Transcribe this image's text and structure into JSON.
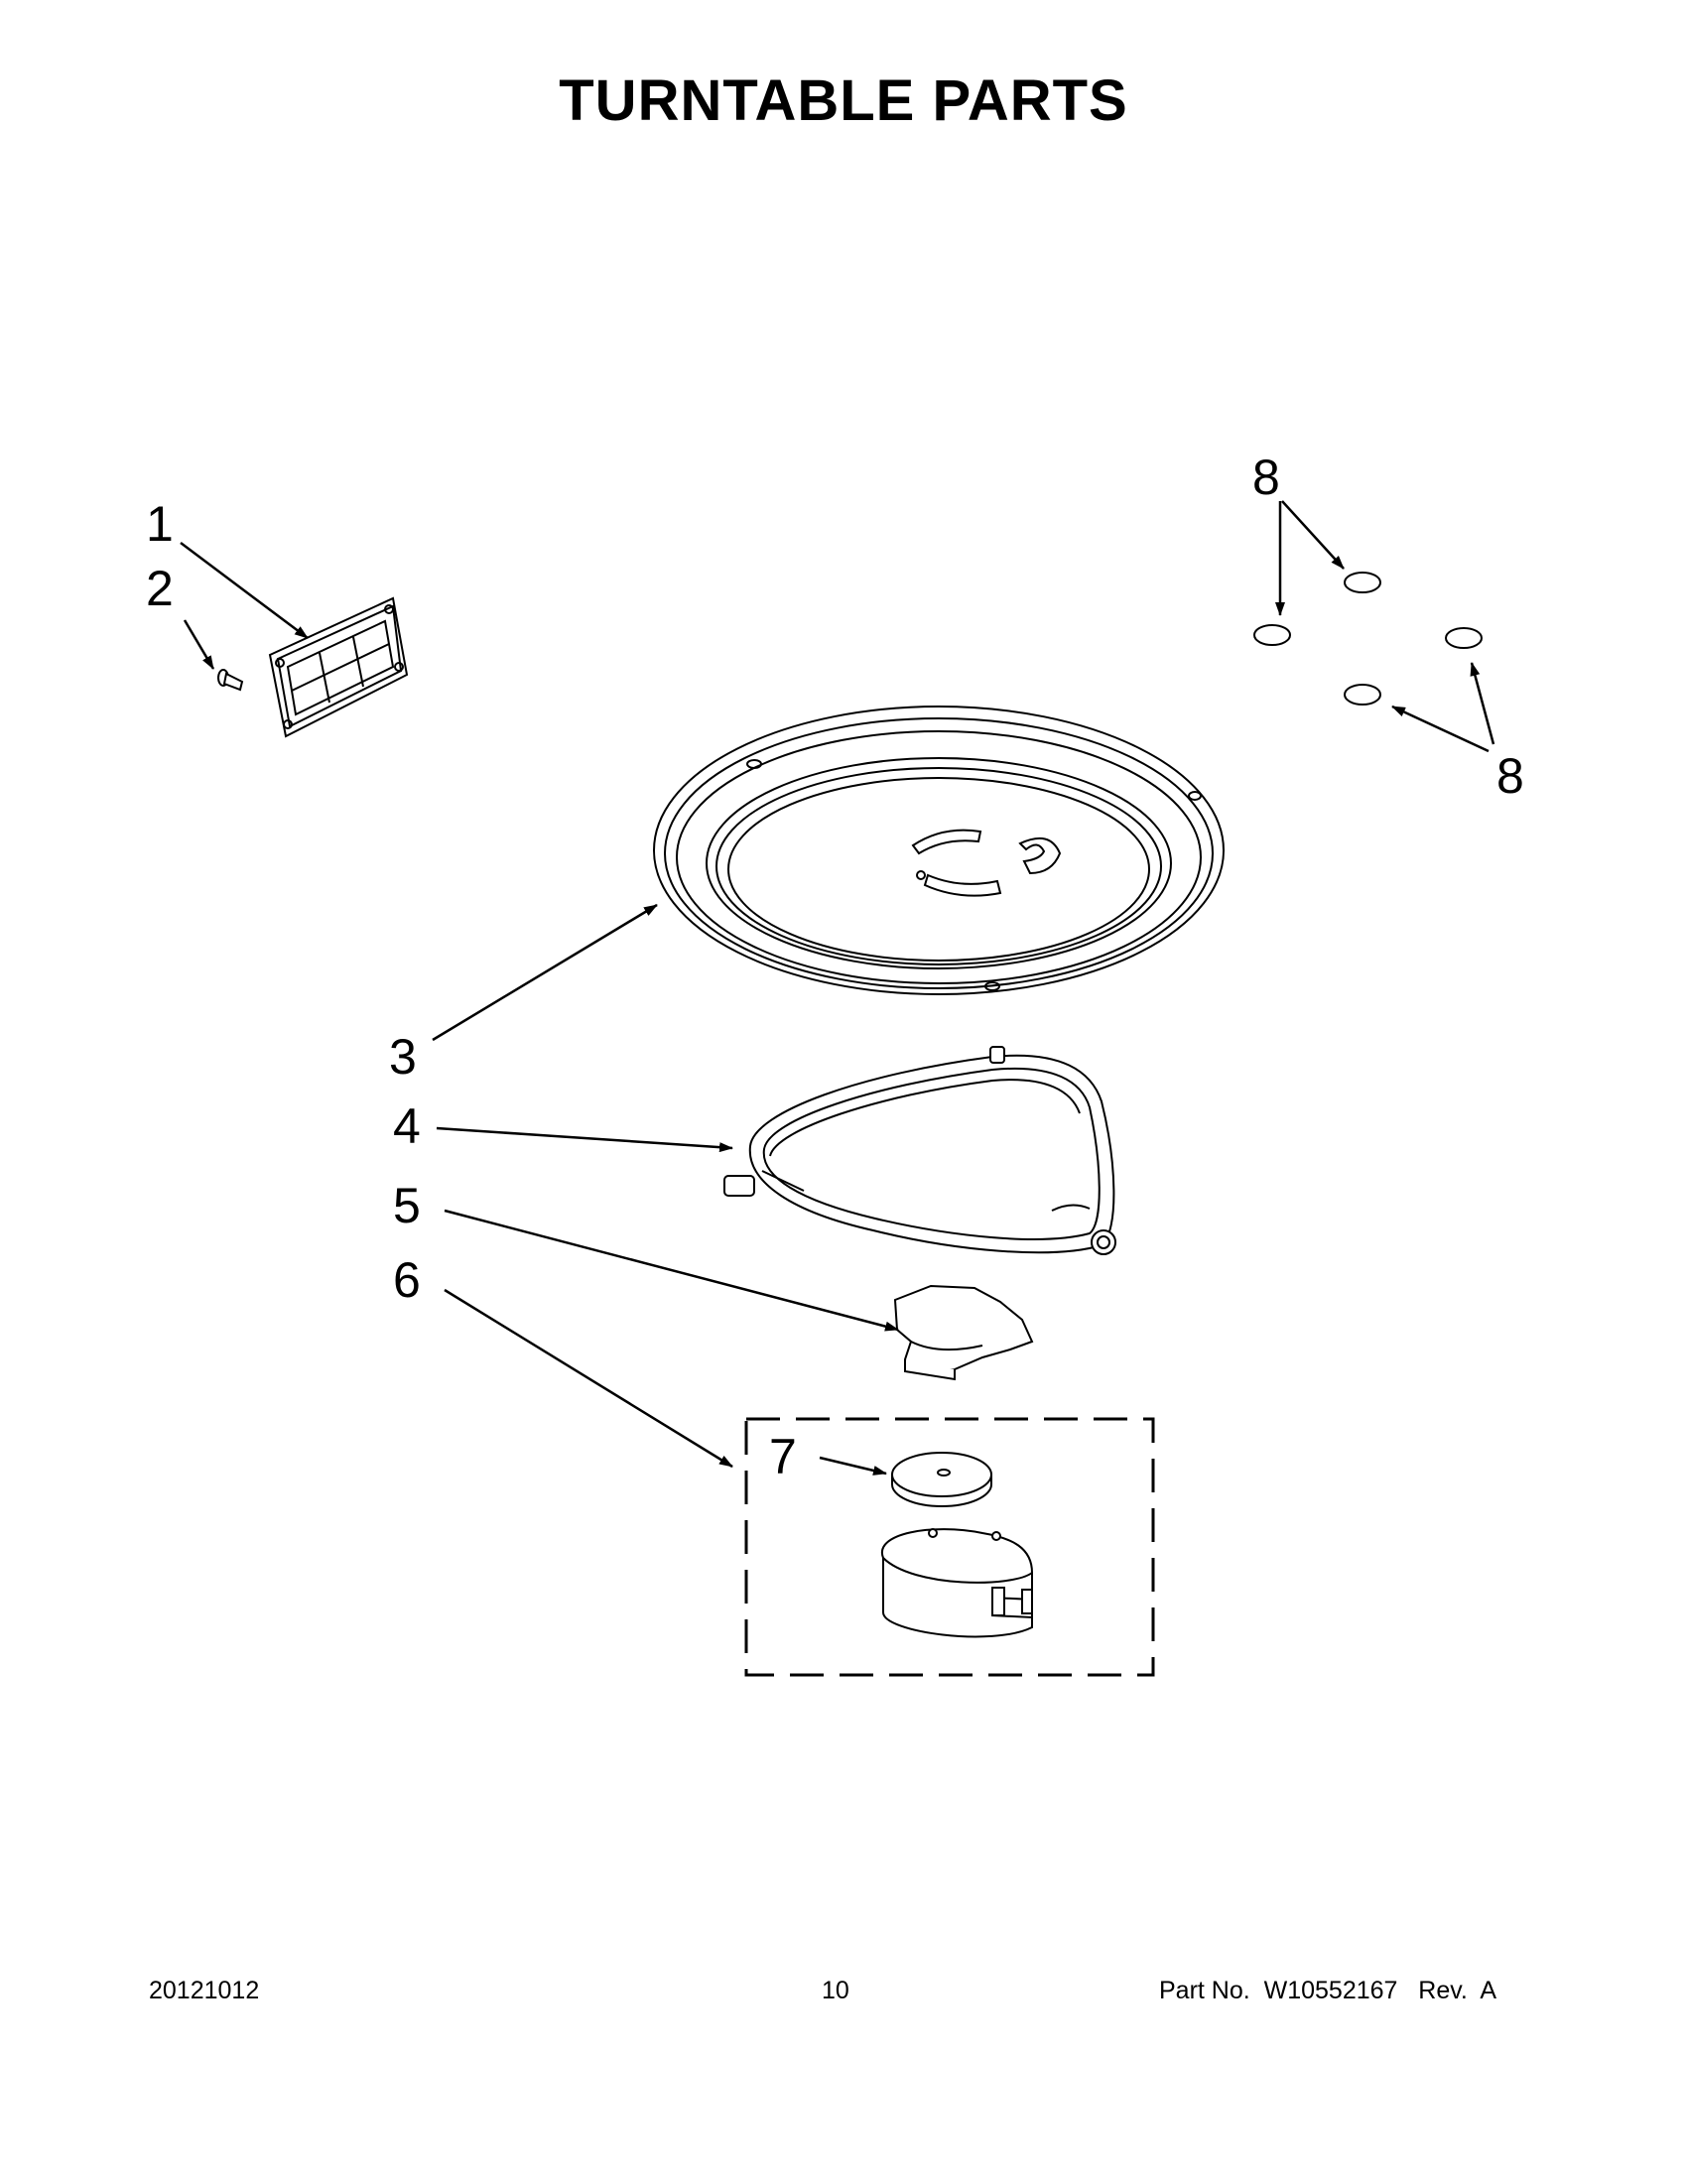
{
  "title": "TURNTABLE PARTS",
  "callouts": {
    "c1": "1",
    "c2": "2",
    "c3": "3",
    "c4": "4",
    "c5": "5",
    "c6": "6",
    "c7": "7",
    "c8a": "8",
    "c8b": "8"
  },
  "footer": {
    "date_code": "20121012",
    "page_number": "10",
    "part_label": "Part No.",
    "part_number": "W10552167",
    "rev_label": "Rev.",
    "rev_value": "A"
  }
}
